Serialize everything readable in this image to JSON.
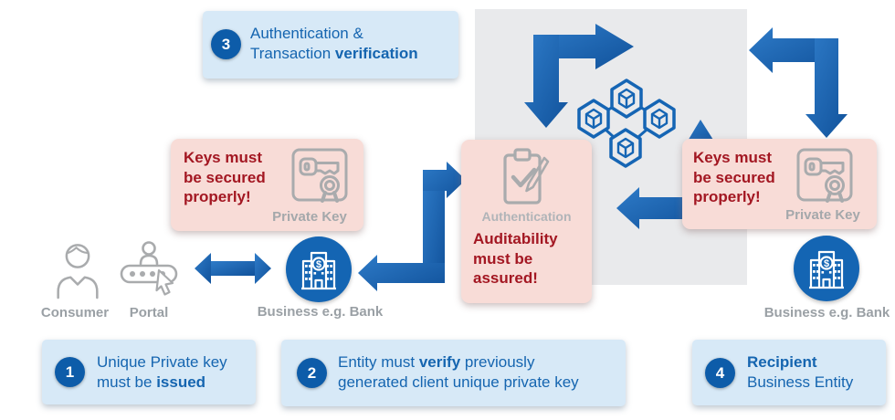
{
  "palette": {
    "arrow_blue": "#1d68b5",
    "circle_blue": "#0d5ca9",
    "text_blue": "#1565b0",
    "light_blue_bg": "#d7e9f7",
    "pink_bg": "#f8dcd7",
    "warning_red": "#a31722",
    "gray_label": "#9aa0a5",
    "panel_gray": "#e9eaec",
    "icon_gray": "#a9abad",
    "bank_blue": "#1465b3"
  },
  "steps": {
    "s1": {
      "num": "1",
      "l1a": "Unique Private key",
      "l2a": "must be ",
      "l2b": "issued"
    },
    "s2": {
      "num": "2",
      "l1a": "Entity must ",
      "l1b": "verify",
      "l1c": " previously",
      "l2a": "generated client unique private key"
    },
    "s3": {
      "num": "3",
      "l1a": "Authentication &",
      "l2a": "Transaction ",
      "l2b": "verification"
    },
    "s4": {
      "num": "4",
      "l1b": "Recipient",
      "l2a": "Business Entity"
    }
  },
  "warnings": {
    "keys_left": {
      "text": "Keys must\nbe secured\nproperly!",
      "icon_label": "Private Key"
    },
    "keys_right": {
      "text": "Keys must\nbe secured\nproperly!",
      "icon_label": "Private Key"
    },
    "audit": {
      "icon_label": "Authentication",
      "text": "Auditability\nmust be\nassured!"
    }
  },
  "actors": {
    "consumer": {
      "label": "Consumer"
    },
    "portal": {
      "label": "Portal"
    },
    "bank_left": {
      "label": "Business e.g. Bank"
    },
    "bank_right": {
      "label": "Business e.g. Bank"
    },
    "bank_symbol": "$"
  }
}
